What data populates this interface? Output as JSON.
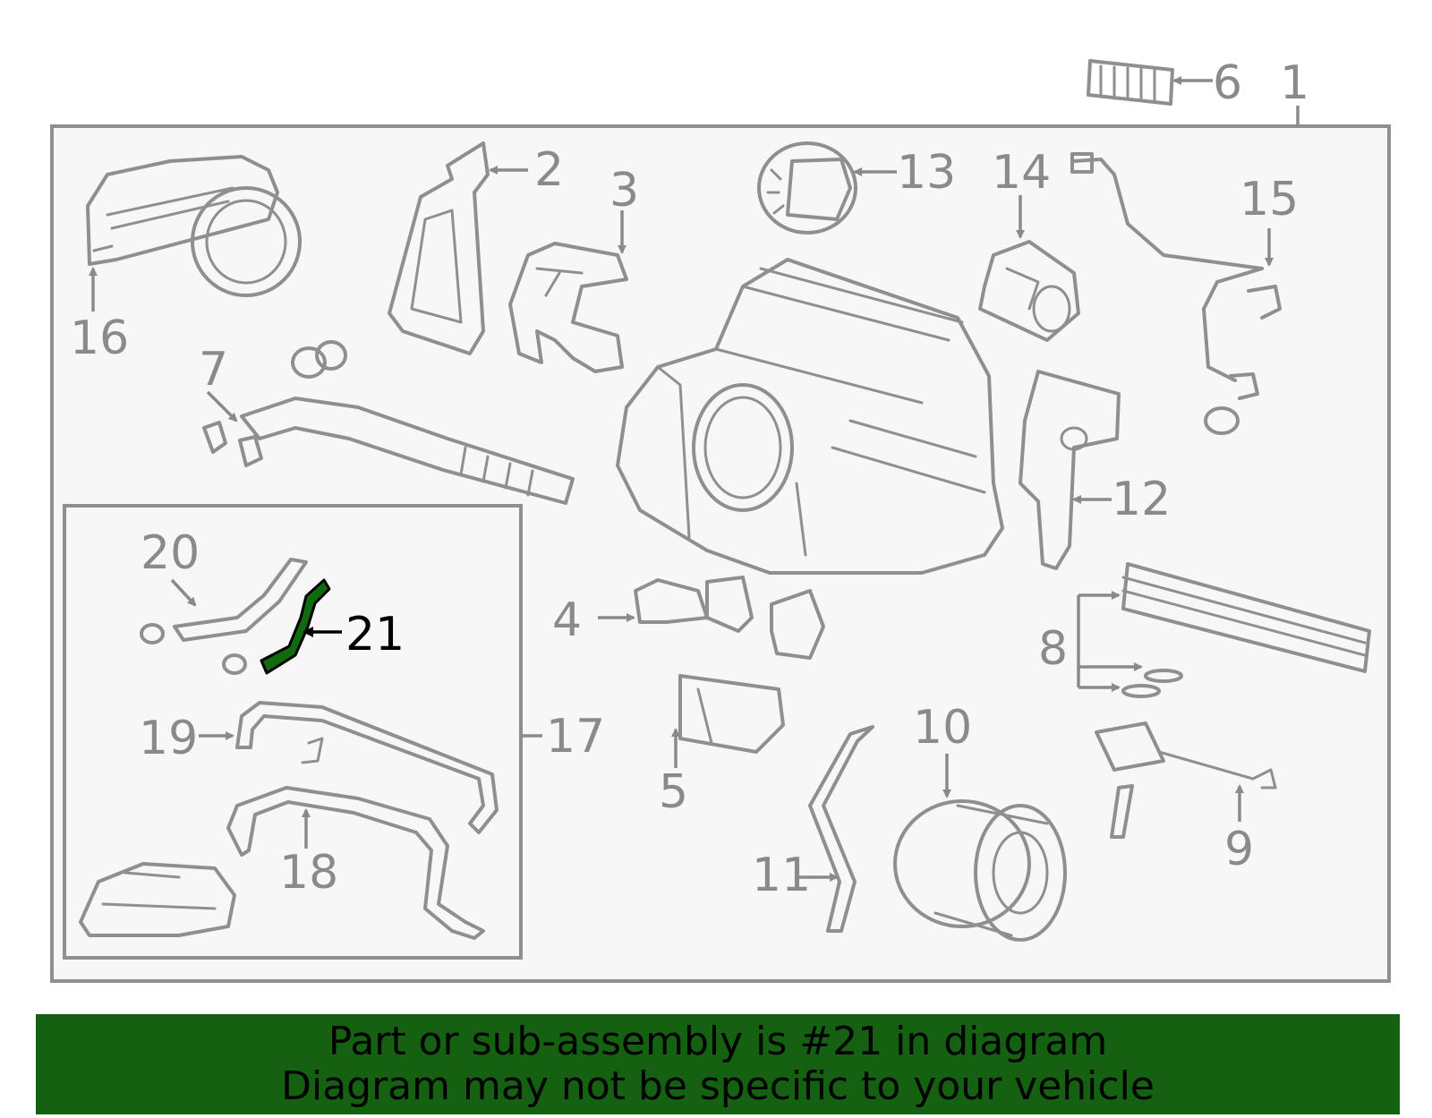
{
  "diagram": {
    "highlight_color": "#0f6b0c",
    "callouts": [
      {
        "id": "c1",
        "label": "1"
      },
      {
        "id": "c2",
        "label": "2"
      },
      {
        "id": "c3",
        "label": "3"
      },
      {
        "id": "c4",
        "label": "4"
      },
      {
        "id": "c5",
        "label": "5"
      },
      {
        "id": "c6",
        "label": "6"
      },
      {
        "id": "c7",
        "label": "7"
      },
      {
        "id": "c8",
        "label": "8"
      },
      {
        "id": "c9",
        "label": "9"
      },
      {
        "id": "c10",
        "label": "10"
      },
      {
        "id": "c11",
        "label": "11"
      },
      {
        "id": "c12",
        "label": "12"
      },
      {
        "id": "c13",
        "label": "13"
      },
      {
        "id": "c14",
        "label": "14"
      },
      {
        "id": "c15",
        "label": "15"
      },
      {
        "id": "c16",
        "label": "16"
      },
      {
        "id": "c17",
        "label": "17"
      },
      {
        "id": "c18",
        "label": "18"
      },
      {
        "id": "c19",
        "label": "19"
      },
      {
        "id": "c20",
        "label": "20"
      },
      {
        "id": "c21",
        "label": "21"
      }
    ]
  },
  "banner": {
    "line1": "Part or sub-assembly is #21 in diagram",
    "line2": "Diagram may not be specific to your vehicle",
    "color": "#146112"
  }
}
